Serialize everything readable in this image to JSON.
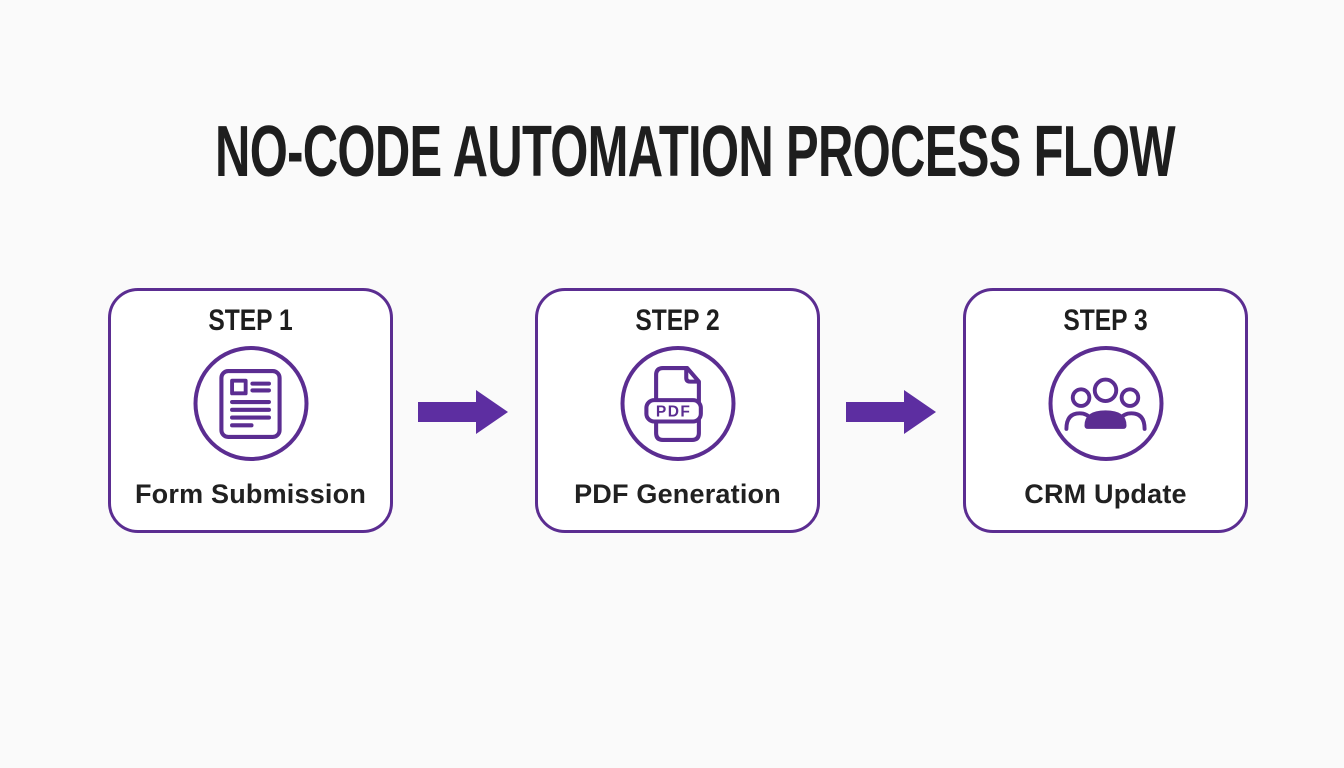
{
  "page": {
    "background": "#fafafa",
    "accent_color": "#5b2d91",
    "arrow_color": "#5d2ea1",
    "text_color": "#1e1e1e"
  },
  "title": "NO-CODE AUTOMATION PROCESS FLOW",
  "steps": [
    {
      "label": "STEP 1",
      "caption": "Form Submission",
      "icon": "form-document-icon"
    },
    {
      "label": "STEP 2",
      "caption": "PDF Generation",
      "icon": "pdf-file-icon"
    },
    {
      "label": "STEP 3",
      "caption": "CRM Update",
      "icon": "people-group-icon"
    }
  ],
  "pdf_badge": "PDF",
  "arrows": [
    {
      "name": "arrow-step1-to-step2"
    },
    {
      "name": "arrow-step2-to-step3"
    }
  ]
}
